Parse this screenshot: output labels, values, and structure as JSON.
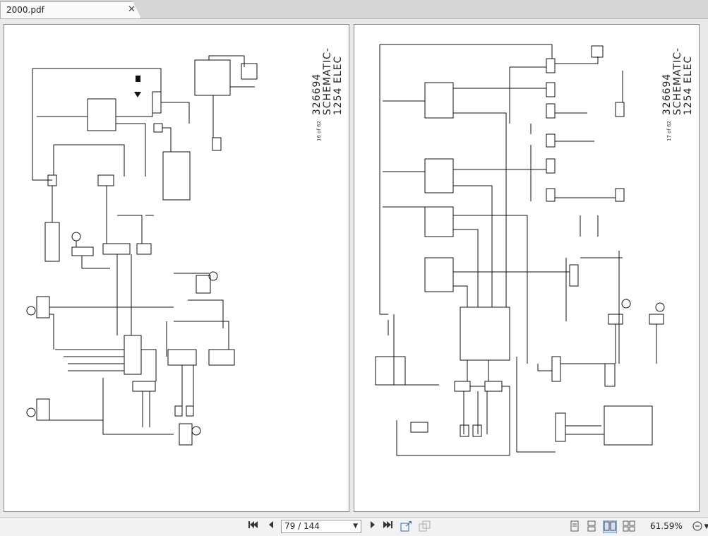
{
  "tab": {
    "title": "2000.pdf",
    "close_glyph": "✕"
  },
  "left_page": {
    "title_lines": [
      "326694",
      "SCHEMATIC-",
      "1254 ELEC"
    ],
    "title_sup": "rev C",
    "sheet": "16 of 62"
  },
  "right_page": {
    "title_lines": [
      "326694",
      "SCHEMATIC-",
      "1254 ELEC"
    ],
    "title_sup": "rev C",
    "sheet": "17 of 62"
  },
  "toolbar": {
    "first_icon": "first-page-icon",
    "prev_icon": "previous-page-icon",
    "page_indicator": "79 / 144",
    "next_icon": "next-page-icon",
    "last_icon": "last-page-icon",
    "zoom": "61.59%"
  }
}
